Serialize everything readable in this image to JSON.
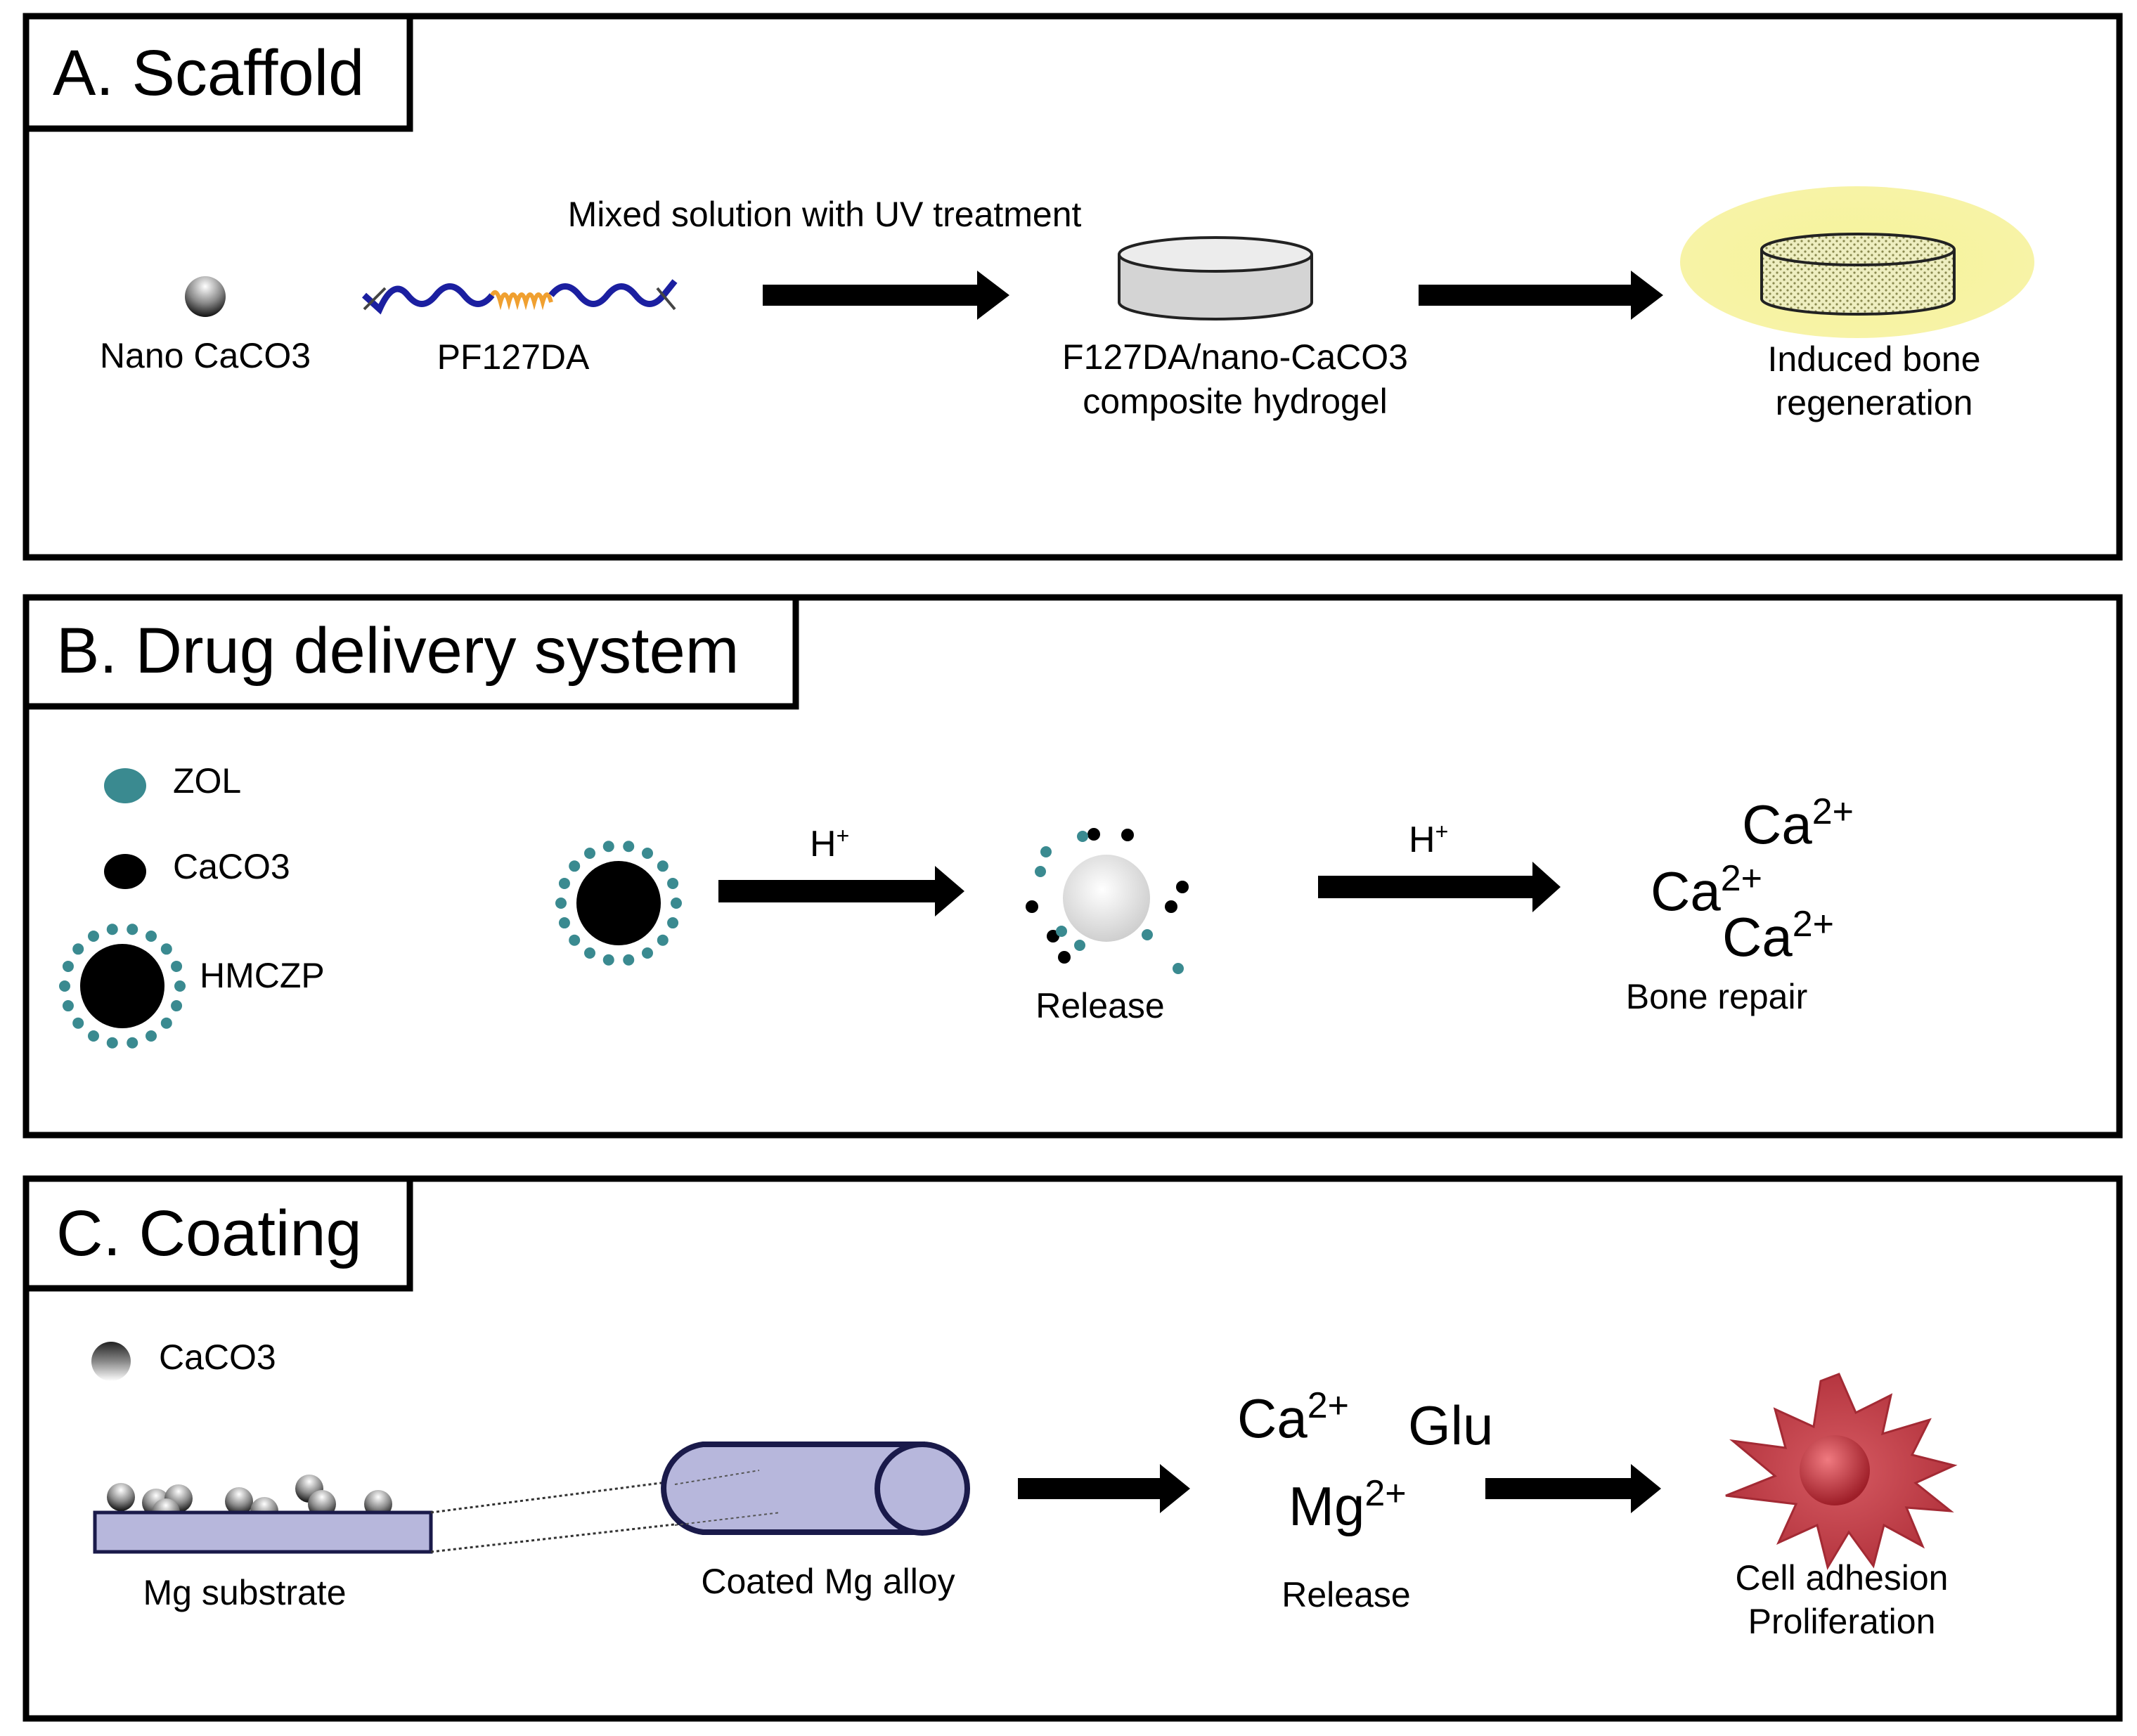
{
  "colors": {
    "zol": "#3a8a90",
    "accent_chain": "#1b1fa0",
    "accent_linker": "#f0a030",
    "glow": "#f7f4a0",
    "substrate": "#b7b7dc",
    "cell": "#c4444e"
  },
  "panel_a": {
    "title": "A. Scaffold",
    "nano_caco3": "Nano CaCO3",
    "pf127da": "PF127DA",
    "mixed": "Mixed solution with UV treatment",
    "hydrogel_line1": "F127DA/nano-CaCO3",
    "hydrogel_line2": "composite hydrogel",
    "bone_line1": "Induced bone",
    "bone_line2": "regeneration"
  },
  "panel_b": {
    "title": "B. Drug delivery system",
    "legend_zol": "ZOL",
    "legend_caco3": "CaCO3",
    "legend_hmczp": "HMCZP",
    "h": "H",
    "h_sup": "+",
    "release": "Release",
    "ca": "Ca",
    "ca_sup": "2+",
    "bone_repair": "Bone repair"
  },
  "panel_c": {
    "title": "C. Coating",
    "legend_caco3": "CaCO3",
    "mg_substrate": "Mg substrate",
    "coated_mg_alloy": "Coated Mg alloy",
    "ca": "Ca",
    "ca_sup": "2+",
    "glu": "Glu",
    "mg": "Mg",
    "mg_sup": "2+",
    "release": "Release",
    "cell_line1": "Cell adhesion",
    "cell_line2": "Proliferation"
  }
}
